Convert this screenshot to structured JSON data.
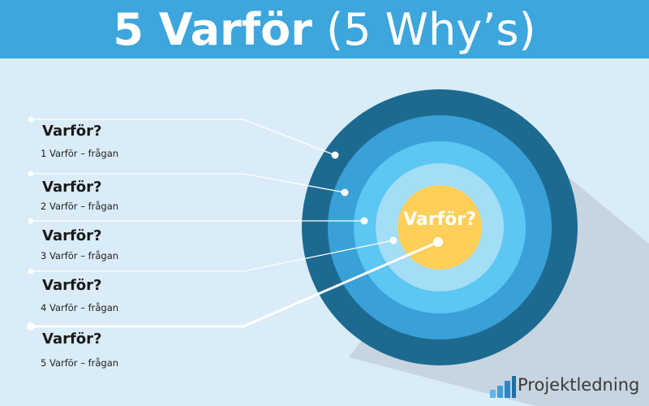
{
  "header": {
    "title_bold": "5 Varför",
    "title_light": "(5 Why’s)"
  },
  "center": {
    "label": "Varför?"
  },
  "items": [
    {
      "title": "Varför?",
      "sub": "1 Varför – frågan"
    },
    {
      "title": "Varför?",
      "sub": "2 Varför – frågan"
    },
    {
      "title": "Varför?",
      "sub": "3 Varför – frågan"
    },
    {
      "title": "Varför?",
      "sub": "4 Varför – frågan"
    },
    {
      "title": "Varför?",
      "sub": "5 Varför – frågan"
    }
  ],
  "logo": {
    "text": "Projektledning"
  },
  "colors": {
    "header": "#3da6dc",
    "background": "#d9ecf7",
    "ring_outer": "#1d6a91",
    "ring_2": "#3aa0d8",
    "ring_3": "#5bc7f2",
    "ring_4": "#a3ddf6",
    "center": "#fecf59"
  }
}
